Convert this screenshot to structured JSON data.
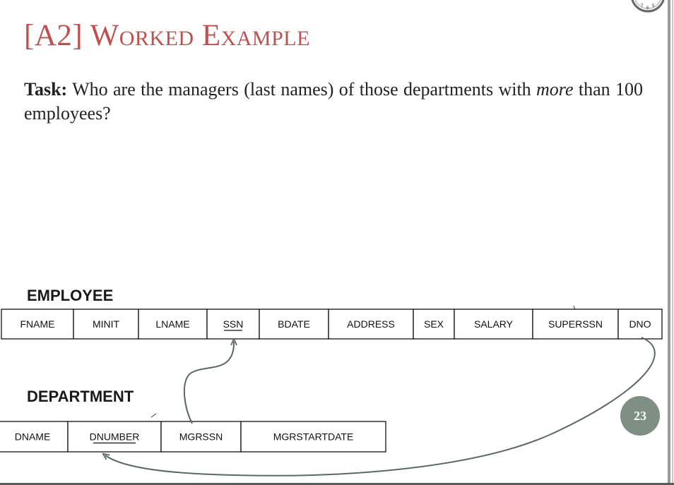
{
  "slide": {
    "title": "[A2] Worked Example",
    "task_label": "Task:",
    "task_text_1": " Who are the managers (last names) of those departments with ",
    "task_emphasis": "more",
    "task_text_2": " than 100 employees?",
    "page_number": "23",
    "accent_color": "#c0504d",
    "arrow_color": "#5a6a5f",
    "badge_color": "#7f8f84"
  },
  "employee": {
    "label": "EMPLOYEE",
    "attributes": [
      "FNAME",
      "MINIT",
      "LNAME",
      "SSN",
      "BDATE",
      "ADDRESS",
      "SEX",
      "SALARY",
      "SUPERSSN",
      "DNO"
    ],
    "primary_key": "SSN"
  },
  "department": {
    "label": "DEPARTMENT",
    "attributes": [
      "DNAME",
      "DNUMBER",
      "MGRSSN",
      "MGRSTARTDATE"
    ],
    "primary_key": "DNUMBER"
  },
  "icons": {
    "corner": "clock-icon"
  }
}
